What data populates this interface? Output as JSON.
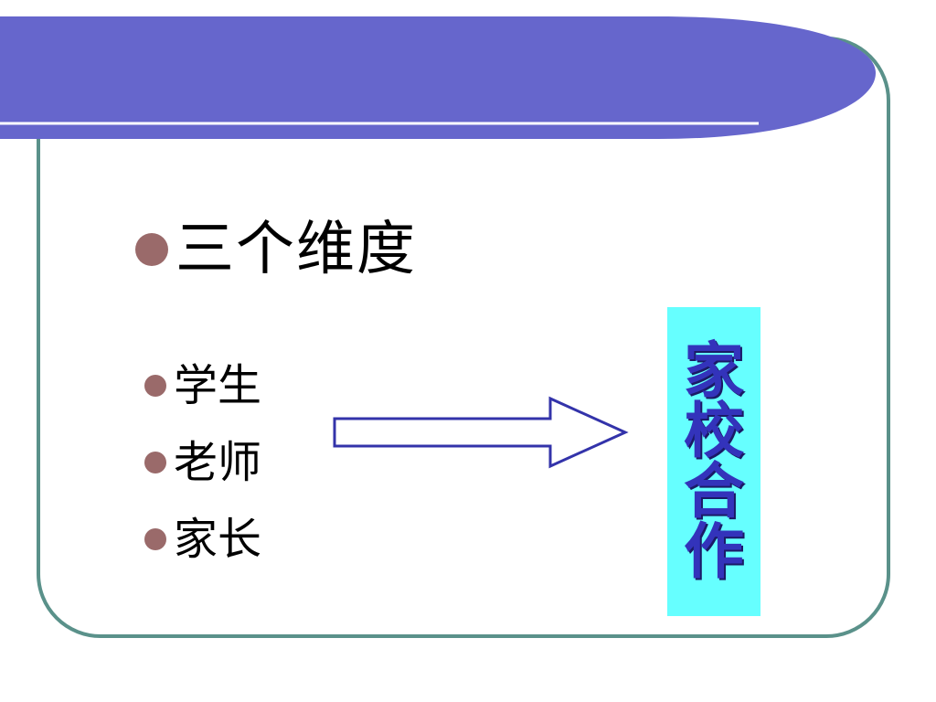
{
  "slide": {
    "heading": "三个维度",
    "items": [
      {
        "label": "学生"
      },
      {
        "label": "老师"
      },
      {
        "label": "家长"
      }
    ],
    "target_box": {
      "chars": [
        "家",
        "校",
        "合",
        "作"
      ]
    }
  },
  "colors": {
    "banner": "#6666cc",
    "frame_border": "#5a918a",
    "bullet": "#9a6a6a",
    "target_bg": "#66ffff",
    "target_text": "#3333bb",
    "arrow_stroke": "#3333aa"
  },
  "icons": {
    "arrow": "right-arrow-outline-icon",
    "bullet": "circle-bullet-icon"
  }
}
